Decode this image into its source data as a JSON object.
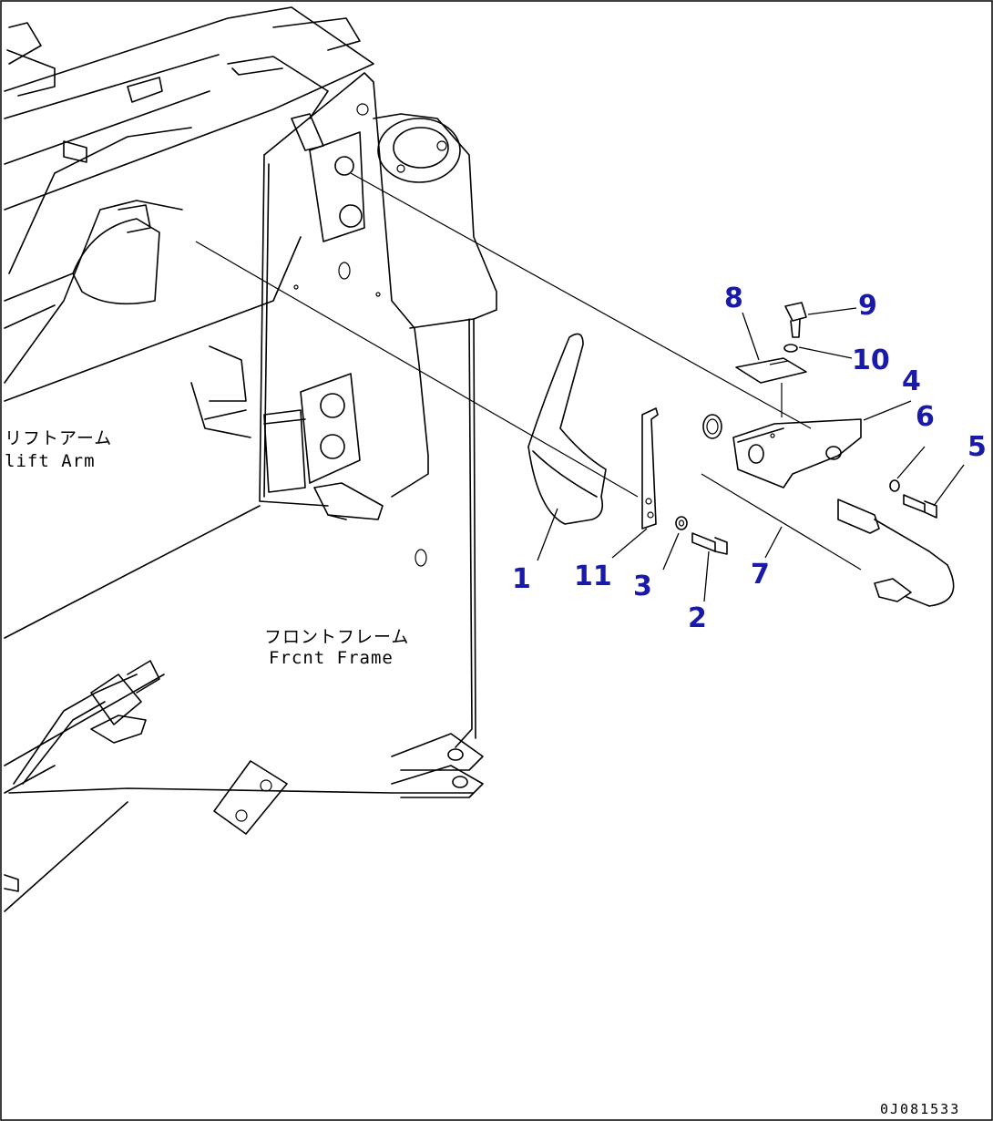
{
  "labels": {
    "lift_arm_jp": "リフトアーム",
    "lift_arm_en": "lift Arm",
    "front_frame_jp": "フロントフレーム",
    "front_frame_en": "Frcnt Frame"
  },
  "callouts": [
    {
      "id": "1",
      "text": "1"
    },
    {
      "id": "2",
      "text": "2"
    },
    {
      "id": "3",
      "text": "3"
    },
    {
      "id": "4",
      "text": "4"
    },
    {
      "id": "5",
      "text": "5"
    },
    {
      "id": "6",
      "text": "6"
    },
    {
      "id": "7",
      "text": "7"
    },
    {
      "id": "8",
      "text": "8"
    },
    {
      "id": "9",
      "text": "9"
    },
    {
      "id": "10",
      "text": "10"
    },
    {
      "id": "11",
      "text": "11"
    }
  ],
  "drawing_code": "0J081533",
  "colors": {
    "callout": "#1a1aa8",
    "line": "#000000",
    "background": "#ffffff"
  }
}
